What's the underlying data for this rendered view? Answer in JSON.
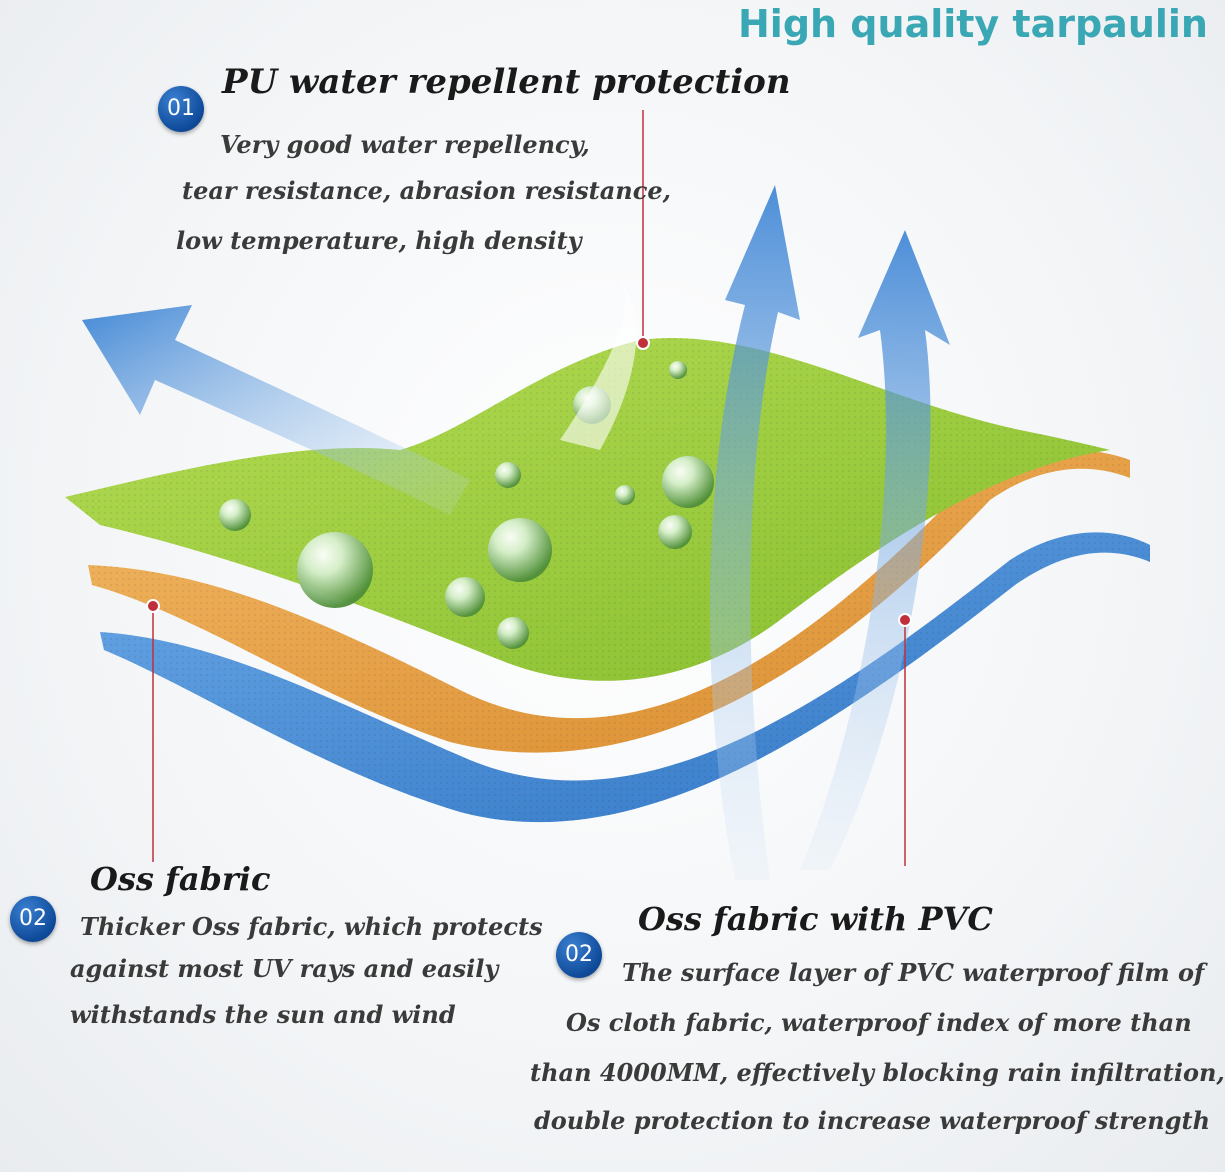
{
  "header": {
    "title": "High quality tarpaulin"
  },
  "colors": {
    "title": "#3aa7b5",
    "badge": "#0f4a9a",
    "leader_line": "#c0303a",
    "layer_green": "#9acb3c",
    "layer_orange": "#e6a24a",
    "layer_blue": "#4a8fd6",
    "arrow_blue": "#3d86d4"
  },
  "section_pu": {
    "badge": "01",
    "heading": "PU water repellent protection",
    "lines": [
      "Very good water repellency,",
      "tear resistance, abrasion resistance,",
      "low temperature, high density"
    ]
  },
  "section_oss": {
    "badge": "02",
    "heading": "Oss fabric",
    "lines": [
      "Thicker Oss fabric, which protects",
      "against most UV rays and easily",
      "withstands the sun and wind"
    ]
  },
  "section_pvc": {
    "badge": "02",
    "heading": "Oss fabric with PVC",
    "lines": [
      "The surface layer of PVC waterproof film of",
      "Os cloth fabric,   waterproof index of more than",
      "than 4000MM, effectively blocking rain infiltration,",
      "double protection to increase waterproof strength"
    ]
  }
}
